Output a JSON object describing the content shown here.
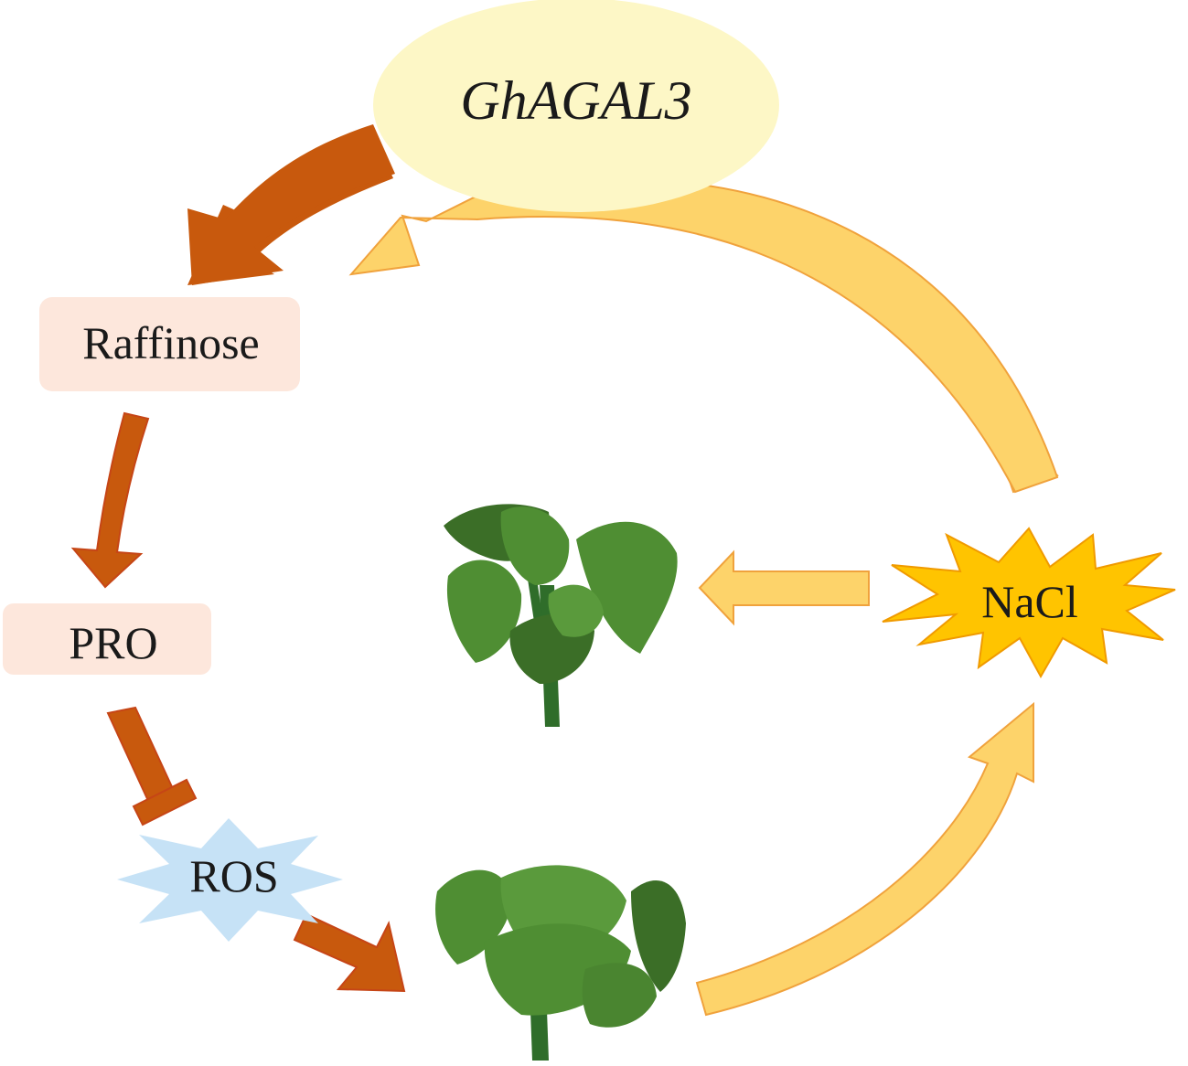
{
  "nodes": {
    "gene": {
      "label": "GhAGAL3"
    },
    "raffinose": {
      "label": "Raffinose"
    },
    "pro": {
      "label": "PRO"
    },
    "ros": {
      "label": "ROS"
    },
    "nacl": {
      "label": "NaCl"
    }
  },
  "plants": {
    "wilted": {
      "name": "wilted-plant"
    },
    "healthy": {
      "name": "healthy-plant"
    }
  },
  "colors": {
    "gene_fill": "#fdf7c6",
    "box_fill": "#fde7dc",
    "ros_fill": "#c6e2f6",
    "nacl_fill": "#ffc400",
    "dark_arrow": "#c8590d",
    "red_arrow": "#c64516",
    "light_arrow": "#fdd36a",
    "light_arrow_stroke": "#f0a23c",
    "leaf": "#4f8e33",
    "leaf_dark": "#3b6e27",
    "stem": "#2f6d2a"
  }
}
